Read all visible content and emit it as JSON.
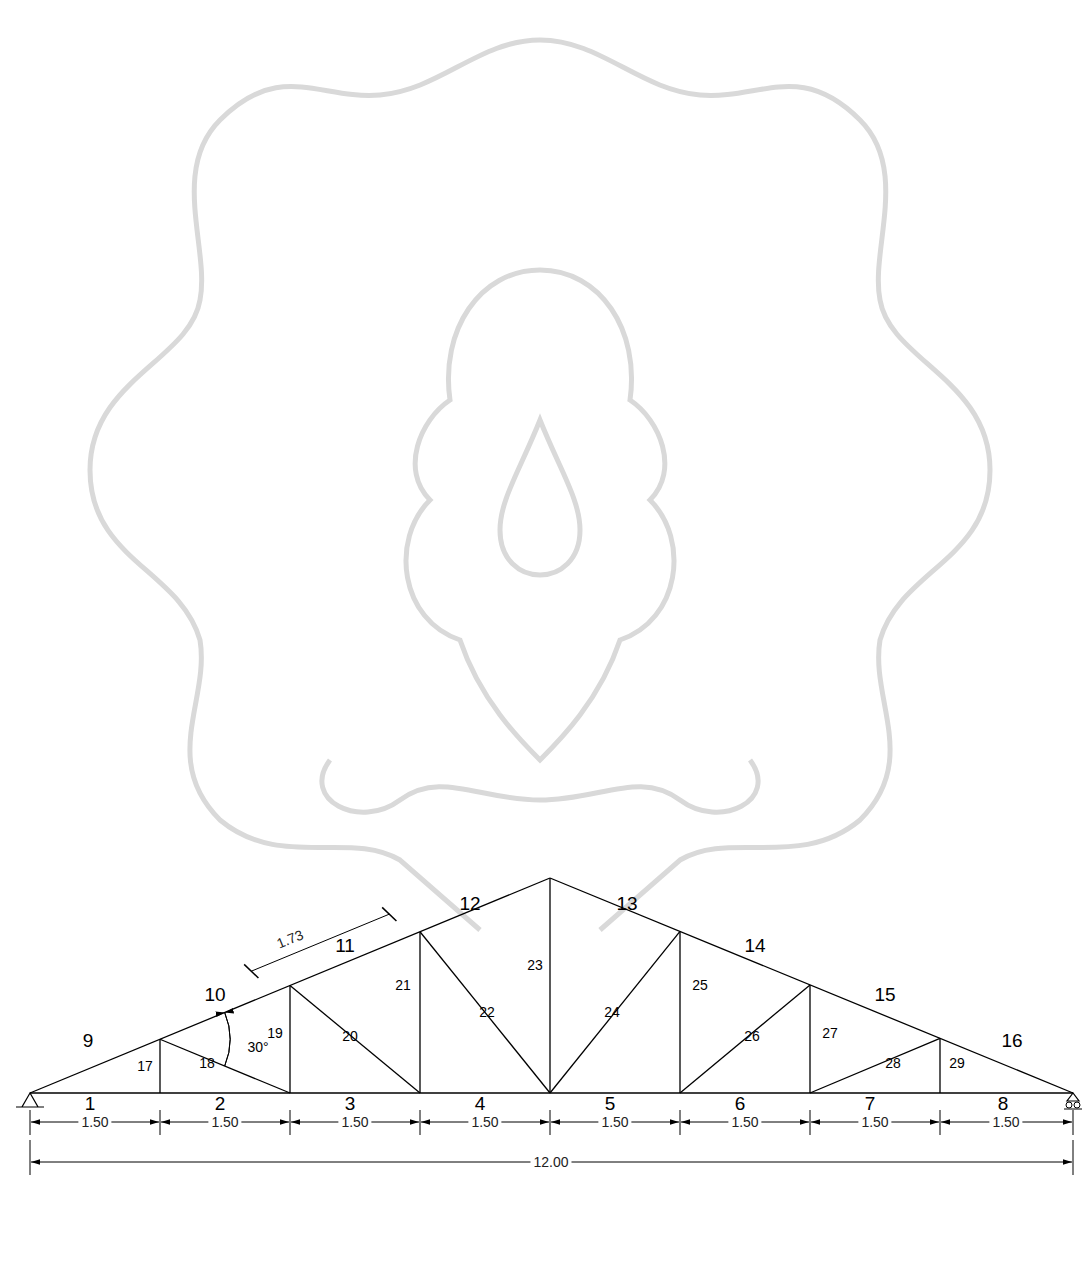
{
  "diagram": {
    "labels": [
      "1",
      "2",
      "3",
      "4",
      "5",
      "6",
      "7",
      "8",
      "9",
      "10",
      "11",
      "12",
      "13",
      "14",
      "15",
      "16",
      "17",
      "18",
      "19",
      "20",
      "21",
      "22",
      "23",
      "24",
      "25",
      "26",
      "27",
      "28",
      "29",
      "1.50",
      "1.50",
      "1.50",
      "1.50",
      "1.50",
      "1.50",
      "1.50",
      "1.50",
      "12.00",
      "1.73",
      "30°"
    ]
  }
}
